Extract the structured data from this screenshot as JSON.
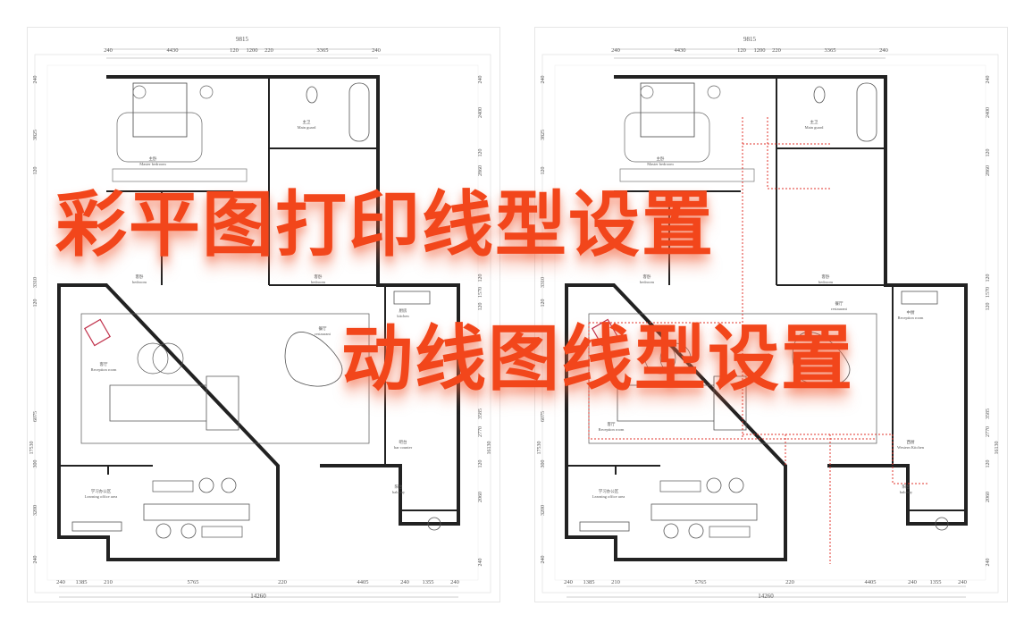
{
  "titles": {
    "line1": "彩平图打印线型设置",
    "line2": "动线图线型设置"
  },
  "colors": {
    "title": "#f2461b",
    "wall": "#222222",
    "circulation_line": "#e0362c",
    "furniture_accent": "#c0304a"
  },
  "dimensions": {
    "top_total": "9815",
    "top": [
      "240",
      "4430",
      "120",
      "1200",
      "220",
      "3365",
      "240"
    ],
    "bottom_total": "14260",
    "bottom": [
      "240",
      "1385",
      "210",
      "5765",
      "220",
      "4405",
      "240",
      "1355",
      "240"
    ],
    "left_total": "17530",
    "left": [
      "240",
      "3825",
      "120",
      "3310",
      "120",
      "6075",
      "300",
      "3200",
      "240"
    ],
    "right_total": "16130",
    "right": [
      "240",
      "2400",
      "120",
      "2860",
      "120",
      "1570",
      "120",
      "3585",
      "2770",
      "120",
      "2060",
      "240"
    ]
  },
  "plan_left": {
    "rooms": [
      {
        "cn": "主卧",
        "en": "Master bedroom"
      },
      {
        "cn": "主卫",
        "en": "Main guard"
      },
      {
        "cn": "客卧",
        "en": "bedroom"
      },
      {
        "cn": "客卧",
        "en": "bedroom"
      },
      {
        "cn": "客厅",
        "en": "Reception room"
      },
      {
        "cn": "餐厅",
        "en": "restaurant"
      },
      {
        "cn": "厨房",
        "en": "kitchen"
      },
      {
        "cn": "吧台",
        "en": "bar counter"
      },
      {
        "cn": "阳台",
        "en": "balcony"
      },
      {
        "cn": "学习办公区",
        "en": "Learning office area"
      }
    ]
  },
  "plan_right": {
    "rooms": [
      {
        "cn": "主卧",
        "en": "Master bedroom"
      },
      {
        "cn": "主卫",
        "en": "Main guard"
      },
      {
        "cn": "客卧",
        "en": "bedroom"
      },
      {
        "cn": "客卧",
        "en": "bedroom"
      },
      {
        "cn": "客厅",
        "en": "Reception room"
      },
      {
        "cn": "餐厅",
        "en": "restaurant"
      },
      {
        "cn": "中厨",
        "en": "Reception room"
      },
      {
        "cn": "西厨",
        "en": "Western Kitchen"
      },
      {
        "cn": "阳台",
        "en": "balcony"
      },
      {
        "cn": "学习办公区",
        "en": "Learning office area"
      }
    ]
  }
}
